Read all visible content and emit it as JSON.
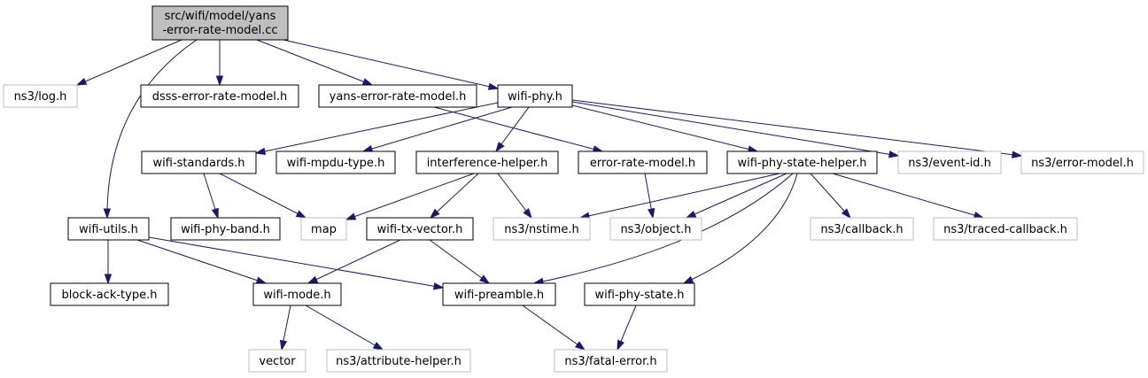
{
  "diagram": {
    "root": {
      "line1": "src/wifi/model/yans",
      "line2": "-error-rate-model.cc"
    },
    "nodes": {
      "root": "src/wifi/model/yans-error-rate-model.cc",
      "log": "ns3/log.h",
      "dsss": "dsss-error-rate-model.h",
      "yans": "yans-error-rate-model.h",
      "wifiphy": "wifi-phy.h",
      "utils": "wifi-utils.h",
      "standards": "wifi-standards.h",
      "mpdu": "wifi-mpdu-type.h",
      "interference": "interference-helper.h",
      "errrate": "error-rate-model.h",
      "statehelper": "wifi-phy-state-helper.h",
      "eventid": "ns3/event-id.h",
      "errmodel": "ns3/error-model.h",
      "band": "wifi-phy-band.h",
      "map": "map",
      "txvector": "wifi-tx-vector.h",
      "nstime": "ns3/nstime.h",
      "object": "ns3/object.h",
      "callback": "ns3/callback.h",
      "traced": "ns3/traced-callback.h",
      "blockack": "block-ack-type.h",
      "mode": "wifi-mode.h",
      "preamble": "wifi-preamble.h",
      "phystate": "wifi-phy-state.h",
      "vector": "vector",
      "attrhelper": "ns3/attribute-helper.h",
      "fatal": "ns3/fatal-error.h"
    },
    "colors": {
      "edge": "#191970",
      "root_fill": "#bfbfbf",
      "node_border": "#000000",
      "external_border": "#bfbfbf"
    }
  }
}
